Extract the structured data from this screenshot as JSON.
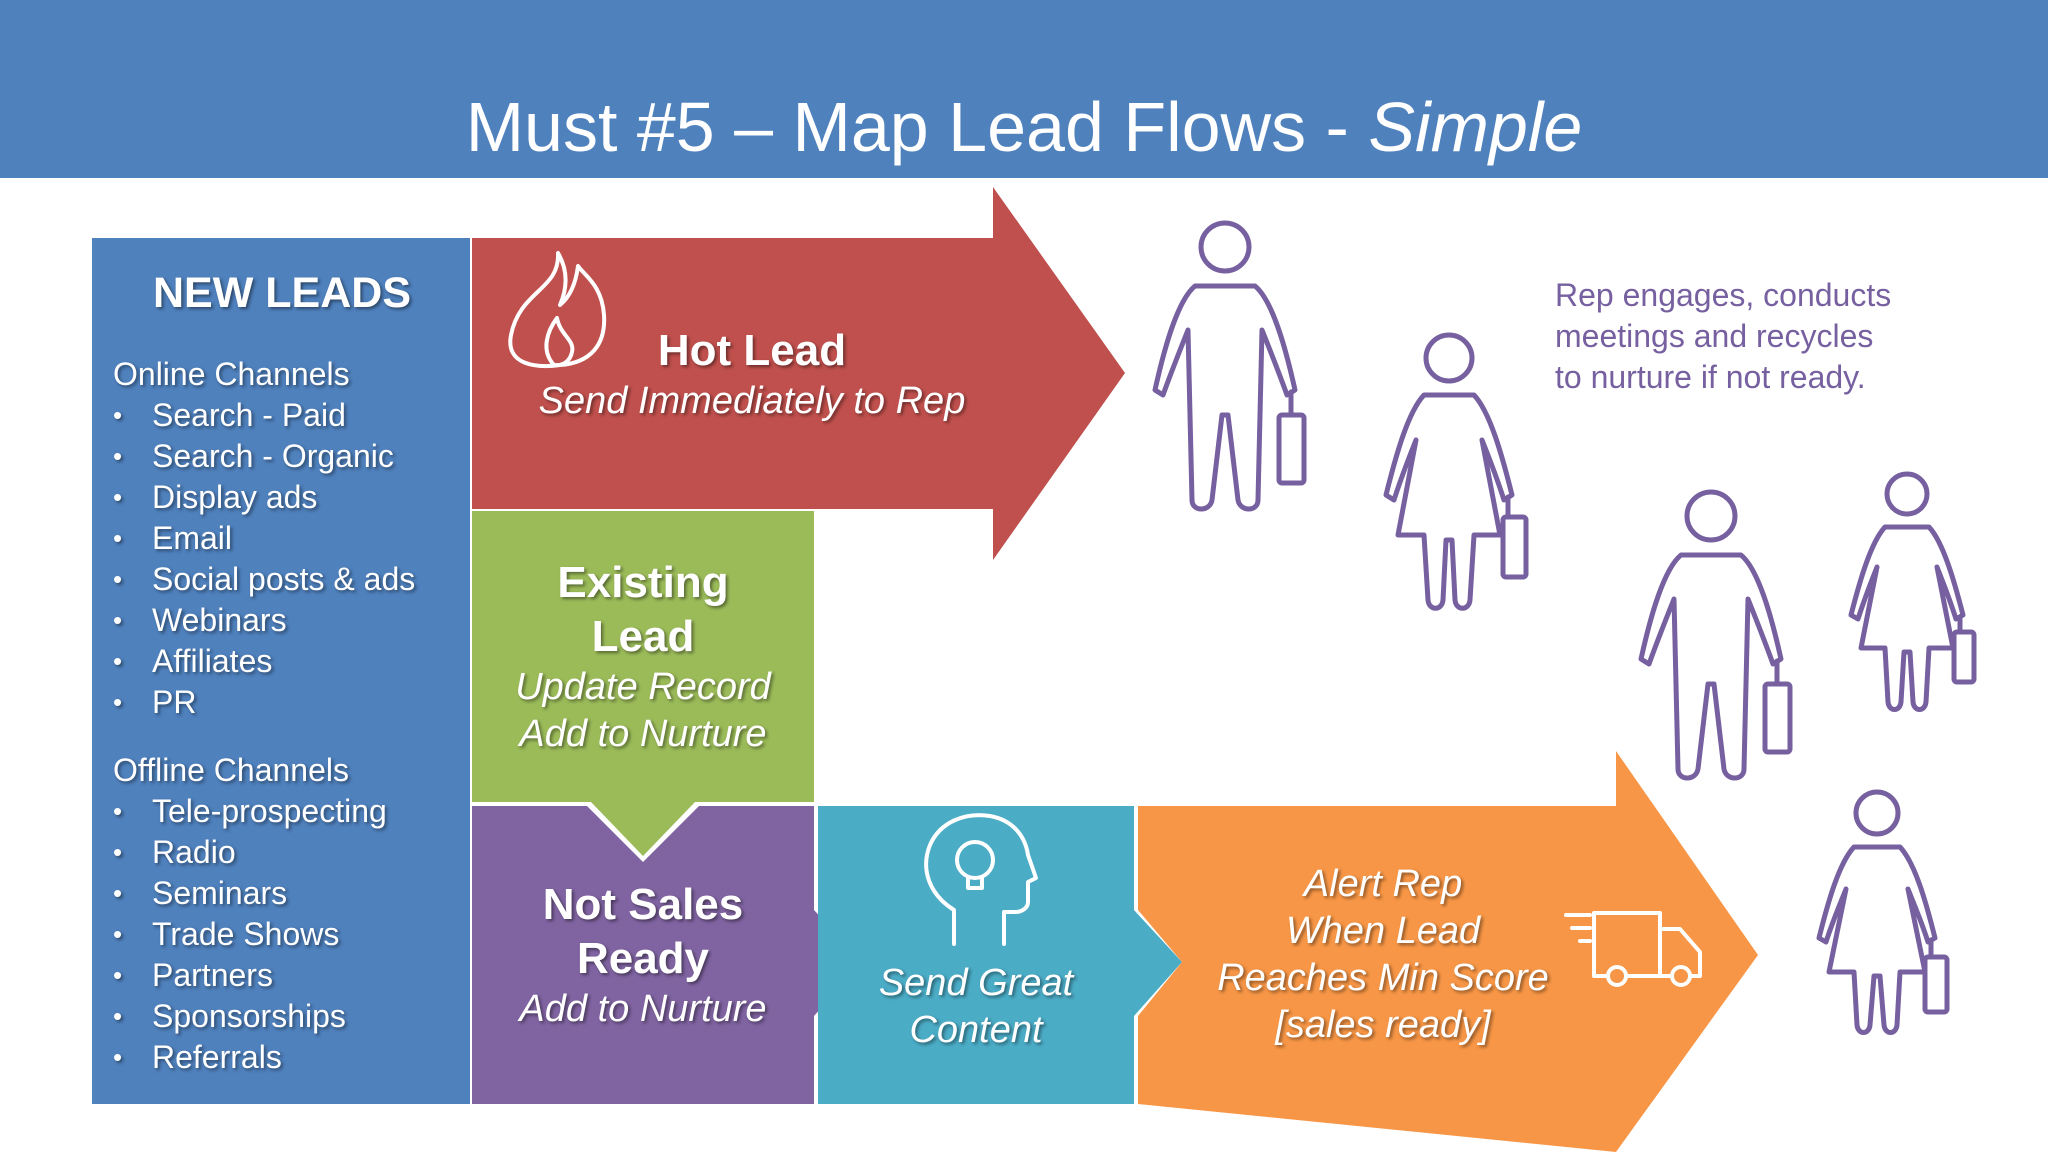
{
  "title": {
    "main": "Must #5 – Map Lead Flows - ",
    "emphasis": "Simple"
  },
  "new_leads": {
    "heading": "NEW LEADS",
    "online_label": "Online Channels",
    "online": [
      "Search - Paid",
      "Search - Organic",
      "Display ads",
      "Email",
      "Social posts & ads",
      "Webinars",
      "Affiliates",
      "PR"
    ],
    "offline_label": "Offline Channels",
    "offline": [
      "Tele-prospecting",
      "Radio",
      "Seminars",
      "Trade Shows",
      "Partners",
      "Sponsorships",
      "Referrals"
    ]
  },
  "hot_lead": {
    "title": "Hot Lead",
    "subtitle": "Send Immediately to Rep",
    "icon": "flame-icon"
  },
  "existing_lead": {
    "title_line1": "Existing",
    "title_line2": "Lead",
    "sub_line1": "Update Record",
    "sub_line2": "Add to Nurture"
  },
  "not_sales_ready": {
    "title_line1": "Not Sales",
    "title_line2": "Ready",
    "subtitle": "Add to Nurture"
  },
  "send_content": {
    "line1": "Send Great",
    "line2": "Content",
    "icon": "idea-head-icon"
  },
  "alert_rep": {
    "line1": "Alert Rep",
    "line2": "When Lead",
    "line3": "Reaches Min Score",
    "line4": "[sales ready]",
    "icon": "delivery-truck-icon"
  },
  "rep_note": {
    "line1": "Rep engages, conducts",
    "line2": "meetings and recycles",
    "line3": "to nurture if not ready."
  },
  "colors": {
    "header": "#4f81bd",
    "new_leads": "#4f81bd",
    "hot_lead": "#c0504d",
    "existing_lead": "#9bbb59",
    "not_sales_ready": "#8064a2",
    "send_content": "#4bacc6",
    "alert_rep": "#f79646",
    "people": "#7660a0"
  }
}
